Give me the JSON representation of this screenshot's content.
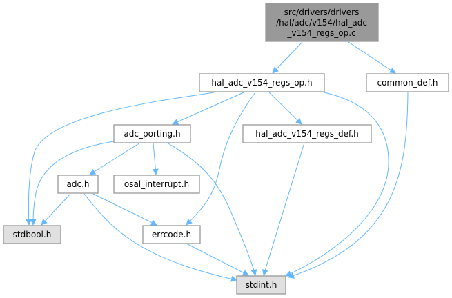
{
  "graph": {
    "edge_color": "#63b8ff",
    "nodes": {
      "root": {
        "lines": [
          "src/drivers/drivers",
          "/hal/adc/v154/hal_adc",
          "_v154_regs_op.c"
        ],
        "fill": "#999999"
      },
      "regs_op": {
        "label": "hal_adc_v154_regs_op.h",
        "fill": "#ffffff"
      },
      "common_def": {
        "label": "common_def.h",
        "fill": "#ffffff"
      },
      "adc_porting": {
        "label": "adc_porting.h",
        "fill": "#ffffff"
      },
      "regs_def": {
        "label": "hal_adc_v154_regs_def.h",
        "fill": "#ffffff"
      },
      "adc": {
        "label": "adc.h",
        "fill": "#ffffff"
      },
      "osal_interrupt": {
        "label": "osal_interrupt.h",
        "fill": "#ffffff"
      },
      "stdbool": {
        "label": "stdbool.h",
        "fill": "#e0e0e0"
      },
      "errcode": {
        "label": "errcode.h",
        "fill": "#ffffff"
      },
      "stdint": {
        "label": "stdint.h",
        "fill": "#e0e0e0"
      }
    },
    "edges": [
      [
        "root",
        "regs_op"
      ],
      [
        "root",
        "common_def"
      ],
      [
        "regs_op",
        "stdbool"
      ],
      [
        "regs_op",
        "adc_porting"
      ],
      [
        "regs_op",
        "errcode"
      ],
      [
        "regs_op",
        "regs_def"
      ],
      [
        "regs_op",
        "stdint"
      ],
      [
        "common_def",
        "stdint"
      ],
      [
        "adc_porting",
        "stdbool"
      ],
      [
        "adc_porting",
        "adc"
      ],
      [
        "adc_porting",
        "osal_interrupt"
      ],
      [
        "adc_porting",
        "stdint"
      ],
      [
        "regs_def",
        "stdint"
      ],
      [
        "adc",
        "stdbool"
      ],
      [
        "adc",
        "errcode"
      ],
      [
        "adc",
        "stdint"
      ],
      [
        "errcode",
        "stdint"
      ]
    ]
  }
}
